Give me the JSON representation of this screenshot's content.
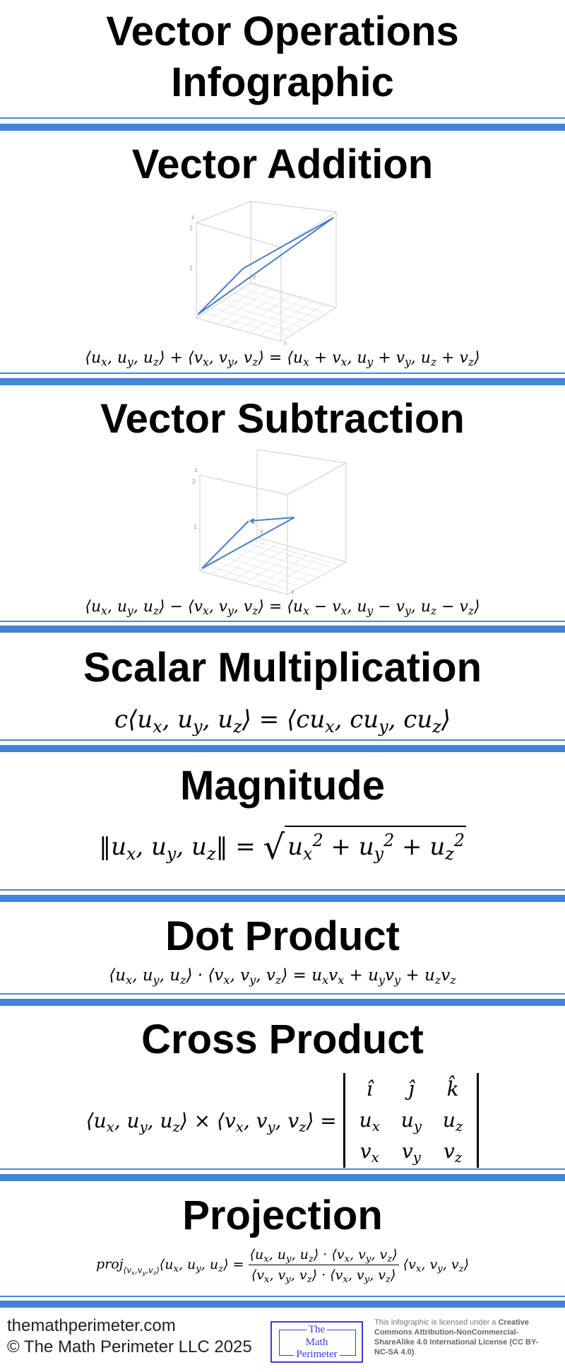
{
  "title": [
    "Vector Operations",
    "Infographic"
  ],
  "sections": {
    "addition": {
      "heading": "Vector Addition",
      "formula": "⟨u_x, u_y, u_z⟩ + ⟨v_x, v_y, v_z⟩ = ⟨u_x + v_x, u_y + v_y, u_z + v_z⟩"
    },
    "subtraction": {
      "heading": "Vector Subtraction",
      "formula": "⟨u_x, u_y, u_z⟩ − ⟨v_x, v_y, v_z⟩ = ⟨u_x − v_x, u_y − v_y, u_z − v_z⟩"
    },
    "scalar": {
      "heading": "Scalar Multiplication",
      "formula": "c⟨u_x, u_y, u_z⟩ = ⟨cu_x, cu_y, cu_z⟩"
    },
    "magnitude": {
      "heading": "Magnitude",
      "lhs": "‖u_x, u_y, u_z‖ = ",
      "radical": "√",
      "radicand": "u_x^2 + u_y^2 + u_z^2"
    },
    "dot": {
      "heading": "Dot Product",
      "formula": "⟨u_x, u_y, u_z⟩ · ⟨v_x, v_y, v_z⟩ = u_xv_x + u_yv_y + u_zv_z"
    },
    "cross": {
      "heading": "Cross Product",
      "lhs": "⟨u_x, u_y, u_z⟩ × ⟨v_x, v_y, v_z⟩ = ",
      "matrix": [
        [
          "î",
          "ĵ",
          "k̂"
        ],
        [
          "u_x",
          "u_y",
          "u_z"
        ],
        [
          "v_x",
          "v_y",
          "v_z"
        ]
      ]
    },
    "projection": {
      "heading": "Projection",
      "proj": "proj",
      "proj_sub": "⟨v_x,v_y,v_z⟩",
      "lhs": "⟨u_x, u_y, u_z⟩ = ",
      "numerator": "⟨u_x, u_y, u_z⟩ · ⟨v_x, v_y, v_z⟩",
      "denominator": "⟨v_x, v_y, v_z⟩ · ⟨v_x, v_y, v_z⟩",
      "rhs": " ⟨v_x, v_y, v_z⟩"
    }
  },
  "plots": {
    "addition": {
      "axis_labels": [
        "z",
        "y",
        "x"
      ],
      "z_ticks": [
        "1",
        "2"
      ]
    },
    "subtraction": {
      "axis_labels": [
        "z",
        "y",
        "x"
      ],
      "z_ticks": [
        "1",
        "2"
      ]
    },
    "line_color": "#4a7fc1"
  },
  "footer": {
    "website": "themathperimeter.com",
    "copyright": "© The Math Perimeter LLC 2025",
    "logo": [
      "The",
      "Math",
      "Perimeter"
    ],
    "license_prefix": "This infographic is licensed under a ",
    "license_name": "Creative Commons Attribution-NonCommercial-ShareAlike 4.0 International License (CC BY-NC-SA 4.0)",
    "license_suffix": "."
  },
  "colors": {
    "accent": "#4383d6",
    "logo": "#3a3ae0"
  }
}
